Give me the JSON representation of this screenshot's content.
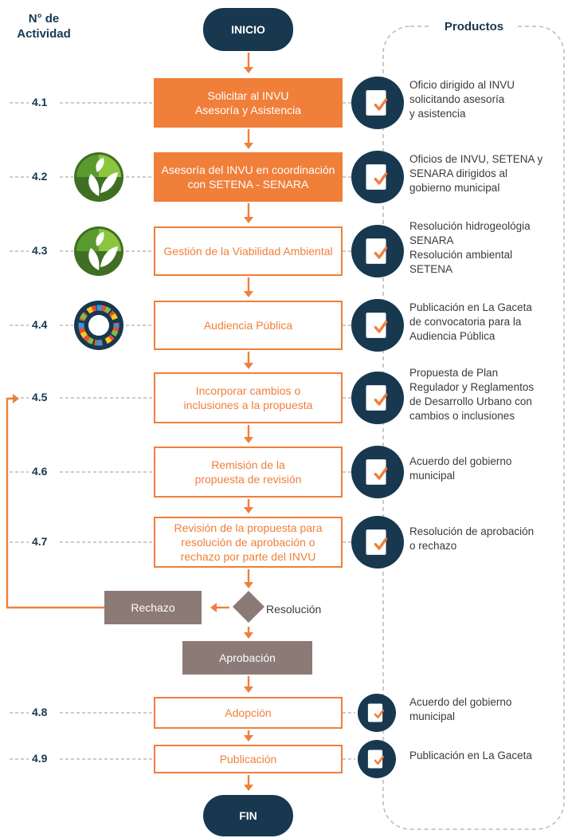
{
  "headers": {
    "activity": "N° de\nActividad",
    "products": "Productos"
  },
  "start": "INICIO",
  "end": "FIN",
  "steps": [
    {
      "num": "4.1",
      "text": "Solicitar al INVU\nAsesoría y Asistencia",
      "style": "filled",
      "product": "Oficio dirigido al INVU\nsolicitando asesoría\ny asistencia"
    },
    {
      "num": "4.2",
      "text": "Asesoría del INVU en coordinación\ncon SETENA - SENARA",
      "style": "filled",
      "product": "Oficios de INVU, SETENA y\nSENARA dirigidos al\ngobierno municipal",
      "logo": "leaf-logo"
    },
    {
      "num": "4.3",
      "text": "Gestión de la Viabilidad Ambiental",
      "style": "outline",
      "product": "Resolución hidrogeológia\nSENARA\nResolución ambiental\nSETENA",
      "logo": "leaf-logo"
    },
    {
      "num": "4.4",
      "text": "Audiencia Pública",
      "style": "outline",
      "product": "Publicación en La Gaceta\nde convocatoria para la\nAudiencia Pública",
      "logo": "community-logo"
    },
    {
      "num": "4.5",
      "text": "Incorporar cambios o\ninclusiones a la propuesta",
      "style": "outline",
      "product": "Propuesta de Plan\nRegulador y Reglamentos\nde Desarrollo Urbano con\ncambios o inclusiones"
    },
    {
      "num": "4.6",
      "text": "Remisión de la\npropuesta de revisión",
      "style": "outline",
      "product": "Acuerdo del gobierno\nmunicipal"
    },
    {
      "num": "4.7",
      "text": "Revisión de la propuesta para\nresolución de aprobación o\nrechazo por parte del INVU",
      "style": "outline",
      "product": "Resolución de aprobación\no rechazo"
    },
    {
      "num": "4.8",
      "text": "Adopción",
      "style": "outline",
      "product": "Acuerdo del gobierno\nmunicipal"
    },
    {
      "num": "4.9",
      "text": "Publicación",
      "style": "outline",
      "product": "Publicación en La Gaceta"
    }
  ],
  "decision": {
    "label": "Resolución",
    "reject": "Rechazo",
    "approve": "Aprobación"
  },
  "colors": {
    "orange": "#f07f3a",
    "navy": "#17384f",
    "grey": "#8c7a76",
    "green": "#5b9a2e",
    "icon": "document-check-icon"
  }
}
